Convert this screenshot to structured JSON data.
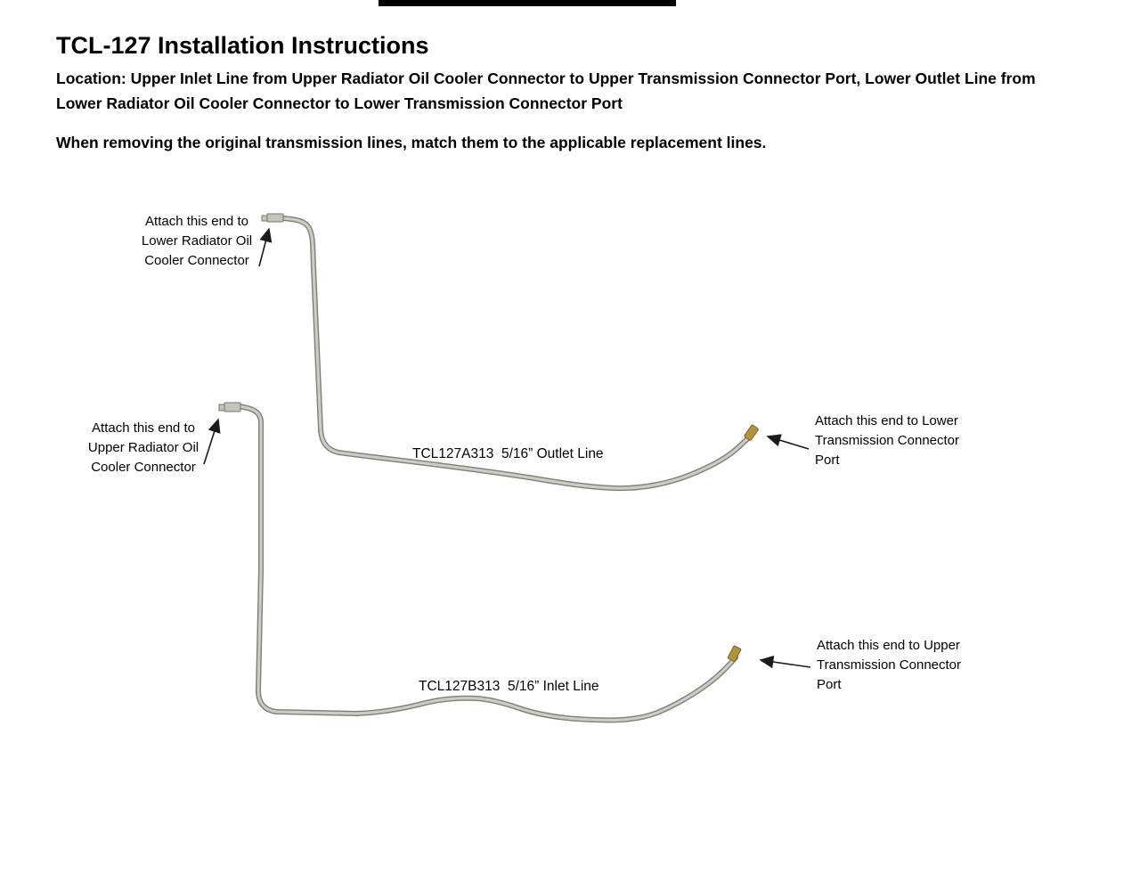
{
  "page": {
    "title": "TCL-127 Installation Instructions",
    "location_heading": "Location: Upper Inlet Line from Upper Radiator Oil Cooler Connector to Upper Transmission Connector Port, Lower Outlet Line from Lower Radiator Oil Cooler Connector to Lower Transmission Connector Port",
    "note": "When removing the original transmission lines, match them to the applicable replacement lines."
  },
  "diagram": {
    "callouts": {
      "lower_radiator": "Attach this end to Lower Radiator Oil Cooler Connector",
      "upper_radiator": "Attach this end to Upper Radiator Oil Cooler Connector",
      "lower_transmission": "Attach this end to Lower Transmission Connector Port",
      "upper_transmission": "Attach this end to Upper Transmission Connector Port"
    },
    "line_labels": {
      "outlet": "TCL127A313  5/16” Outlet Line",
      "inlet": "TCL127B313  5/16” Inlet Line"
    },
    "colors": {
      "tube_outline": "#7f7f77",
      "tube_fill": "#ccccc3",
      "fitting_gray": "#c4c4bb",
      "fitting_brass": "#b3923f",
      "arrow": "#1a1a1a",
      "top_bar": "#000000"
    }
  }
}
